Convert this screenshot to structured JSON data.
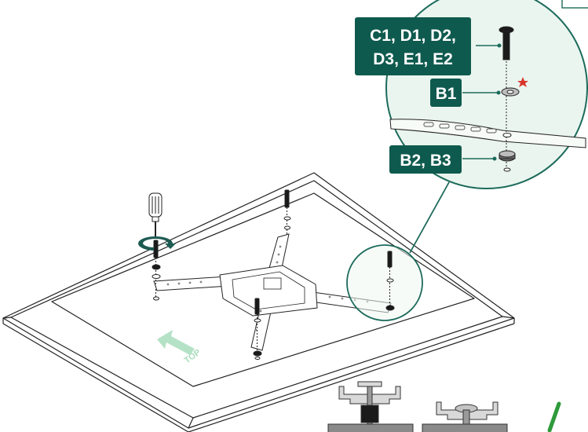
{
  "labels": {
    "screw": [
      "C1, D1, D2,",
      "D3, E1, E2"
    ],
    "washer": "B1",
    "spacer": "B2, B3"
  },
  "arrow_text": "TOP",
  "colors": {
    "label_bg": "#0f5a4e",
    "callout_stroke": "#1d6b5b",
    "callout_fill": "#e9f5ef",
    "arrow_fill": "#b5e2c6",
    "arrow_text": "#a9dcbc",
    "star": "#d9342b",
    "check": "#2e9a3a"
  },
  "icons": [
    "screwdriver-icon",
    "rotate-arrow-icon",
    "star-icon",
    "check-mark-icon"
  ]
}
